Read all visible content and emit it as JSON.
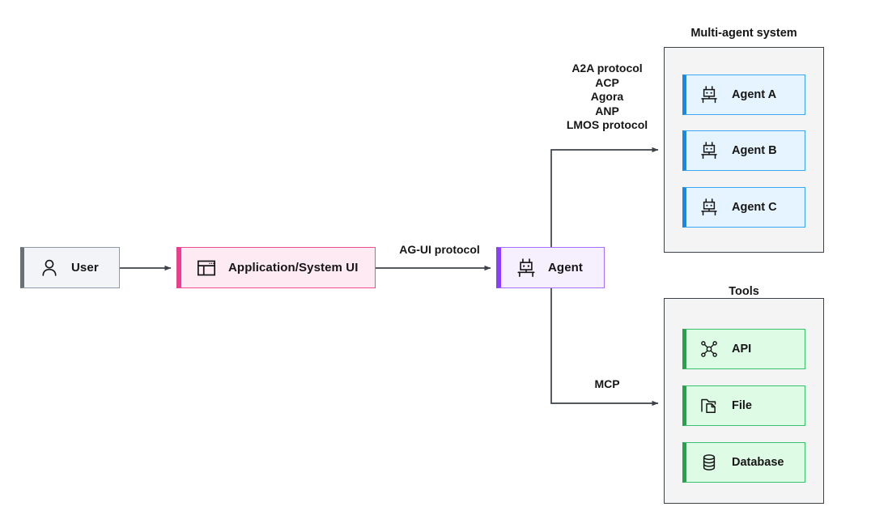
{
  "diagram": {
    "title": "Agent protocol landscape diagram",
    "nodes": {
      "user": {
        "label": "User",
        "icon": "user-icon",
        "accent": "#697077"
      },
      "appui": {
        "label": "Application/System UI",
        "icon": "window-ui-icon",
        "accent": "#ee3d8f"
      },
      "agent": {
        "label": "Agent",
        "icon": "robot-agent-icon",
        "accent": "#8a3ffc"
      }
    },
    "groups": {
      "multi_agent_system": {
        "title": "Multi-agent system",
        "accent": "#0f8cf0",
        "items": [
          {
            "label": "Agent A",
            "icon": "robot-agent-icon"
          },
          {
            "label": "Agent B",
            "icon": "robot-agent-icon"
          },
          {
            "label": "Agent C",
            "icon": "robot-agent-icon"
          }
        ]
      },
      "tools": {
        "title": "Tools",
        "accent": "#21a645",
        "items": [
          {
            "label": "API",
            "icon": "api-hub-icon"
          },
          {
            "label": "File",
            "icon": "folder-document-icon"
          },
          {
            "label": "Database",
            "icon": "database-icon"
          }
        ]
      }
    },
    "edges": {
      "user_to_appui": {
        "label": ""
      },
      "appui_to_agent": {
        "label": "AG-UI protocol"
      },
      "agent_to_tools": {
        "label": "MCP"
      },
      "agent_to_agents": {
        "labels": [
          "A2A protocol",
          "ACP",
          "Agora",
          "ANP",
          "LMOS protocol"
        ]
      }
    }
  }
}
